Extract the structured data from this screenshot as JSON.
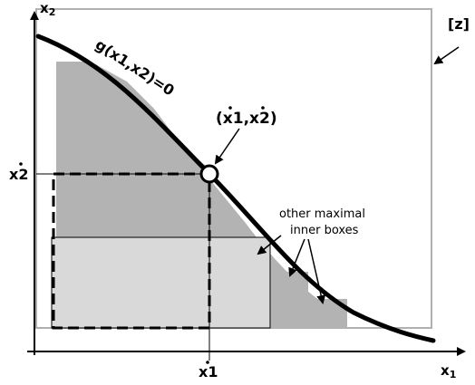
{
  "axes": {
    "x_label": "x1",
    "y_label": "x2"
  },
  "curve": {
    "label": "g(x1,x2)=0"
  },
  "point": {
    "label_open": "(",
    "label_x1": "x1",
    "label_comma": ",",
    "label_x2": "x2",
    "label_close": ")",
    "x1_tick": "x1",
    "x2_tick": "x2"
  },
  "box": {
    "label": "[z]"
  },
  "annotation": {
    "line1": "other maximal",
    "line2": "inner boxes"
  },
  "colors": {
    "dark_fill": "#b3b3b3",
    "light_fill": "#d9d9d9",
    "outer_box": "#b0b0b0",
    "ink": "#000000",
    "curve": "#000000"
  }
}
